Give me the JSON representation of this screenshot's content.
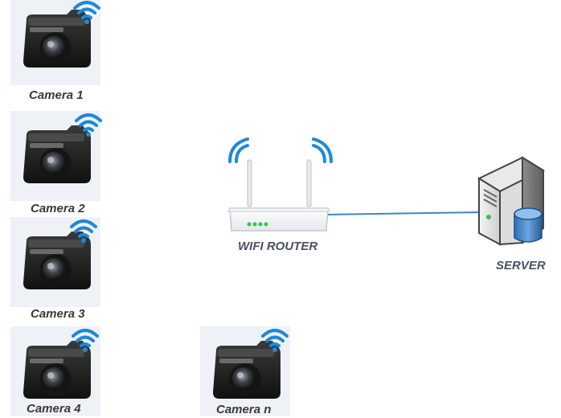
{
  "cameras": [
    {
      "label": "Camera 1"
    },
    {
      "label": "Camera 2"
    },
    {
      "label": "Camera 3"
    },
    {
      "label": "Camera 4"
    },
    {
      "label": "Camera n"
    }
  ],
  "router": {
    "label": "WIFI ROUTER"
  },
  "server": {
    "label": "SERVER"
  },
  "colors": {
    "wifi": "#1e88d8",
    "link": "#3d86c6",
    "camera_bg": "#eef2f7",
    "router_led": "#36c450"
  },
  "icons": [
    "camera-icon",
    "wifi-icon",
    "router-icon",
    "server-icon",
    "database-icon"
  ]
}
